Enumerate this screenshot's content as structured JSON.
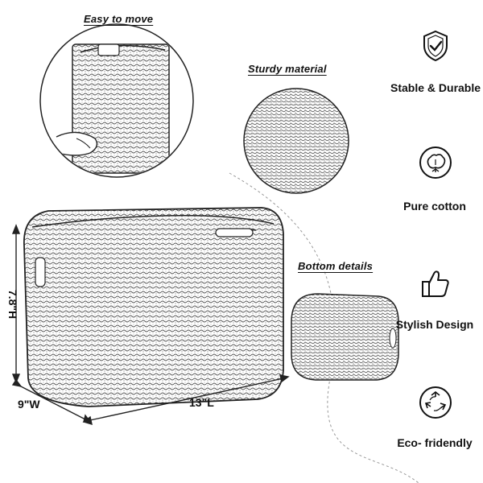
{
  "callouts": {
    "easy_to_move": "Easy to move",
    "sturdy_material": "Sturdy material",
    "bottom_details": "Bottom details"
  },
  "dimensions": {
    "height": "7.8\"H",
    "width": "9\"W",
    "length": "13\"L"
  },
  "features": [
    {
      "label": "Stable & Durable",
      "icon": "shield-check-icon"
    },
    {
      "label": "Pure cotton",
      "icon": "cotton-flower-icon"
    },
    {
      "label": "Stylish Design",
      "icon": "thumbs-up-icon"
    },
    {
      "label": "Eco- fridendly",
      "icon": "recycle-icon"
    }
  ]
}
